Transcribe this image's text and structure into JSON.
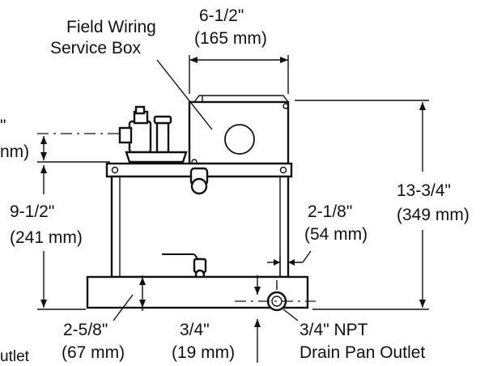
{
  "labels": {
    "field_wiring_1": "Field Wiring",
    "field_wiring_2": "Service Box",
    "width_in": "6-1/2\"",
    "width_mm": "(165 mm)",
    "left_in": "\"",
    "left_mm": "nm)",
    "height_a_in": "9-1/2\"",
    "height_a_mm": "(241 mm)",
    "height_b_in": "13-3/4\"",
    "height_b_mm": "(349 mm)",
    "offset_in": "2-1/8\"",
    "offset_mm": "(54 mm)",
    "pan_in": "2-5/8\"",
    "pan_mm": "(67 mm)",
    "small_in": "3/4\"",
    "small_mm": "(19 mm)",
    "npt_1": "3/4\" NPT",
    "npt_2": "Drain Pan Outlet",
    "cut_label": "utlet"
  }
}
